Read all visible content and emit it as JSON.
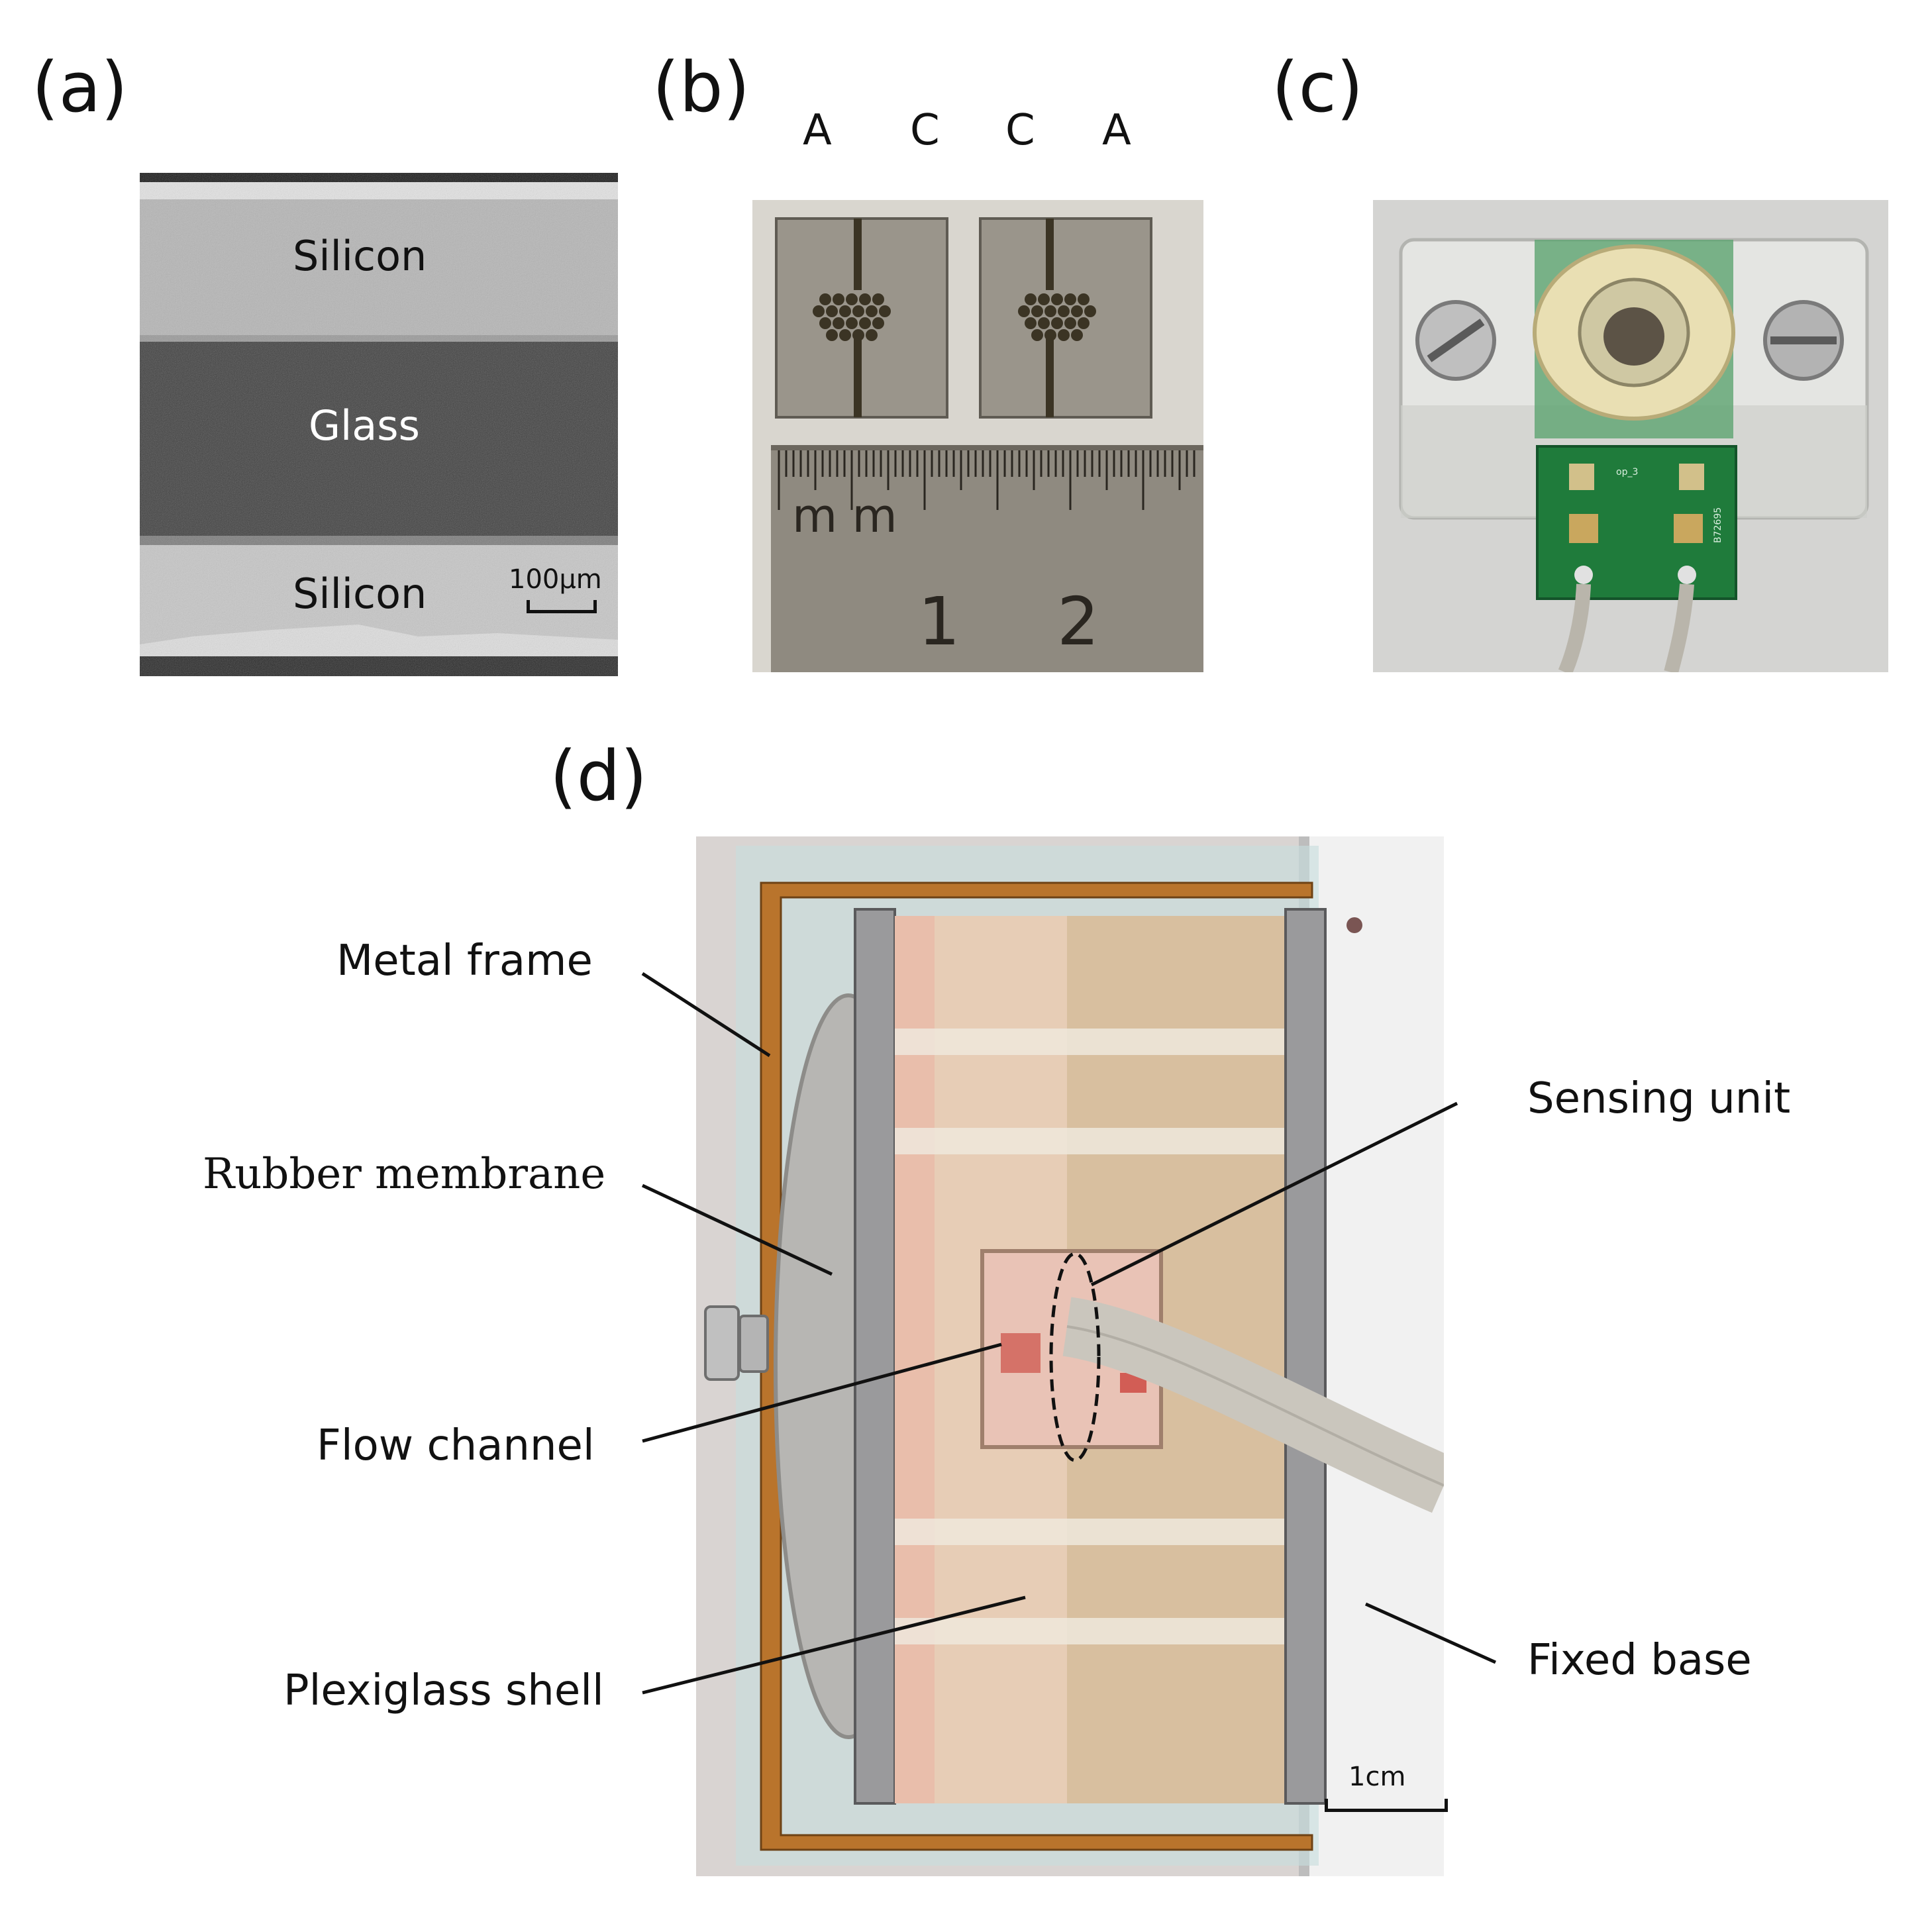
{
  "panels": {
    "a": {
      "letter": "(a)",
      "layers": [
        "Silicon",
        "Glass",
        "Silicon"
      ],
      "scale_bar": "100μm"
    },
    "b": {
      "letter": "(b)",
      "electrode_labels": [
        "A",
        "C",
        "C",
        "A"
      ],
      "ruler_unit": "m m",
      "ruler_numbers": [
        "1",
        "2"
      ]
    },
    "c": {
      "letter": "(c)",
      "pcb_text": [
        "op_3",
        "B72695"
      ]
    },
    "d": {
      "letter": "(d)",
      "callouts": {
        "metal_frame": "Metal frame",
        "rubber_membrane": "Rubber membrane",
        "flow_channel": "Flow channel",
        "plexiglass_shell": "Plexiglass shell",
        "sensing_unit": "Sensing unit",
        "fixed_base": "Fixed base"
      },
      "scale_bar": "1cm"
    }
  },
  "colors": {
    "sem_light": "#b9b9b9",
    "sem_dark": "#3f3f3f",
    "chip_gray": "#9c978c",
    "pcb_green": "#1e7a3c",
    "wood": "#b9742c",
    "plexiglass": "#e7cdb6"
  }
}
